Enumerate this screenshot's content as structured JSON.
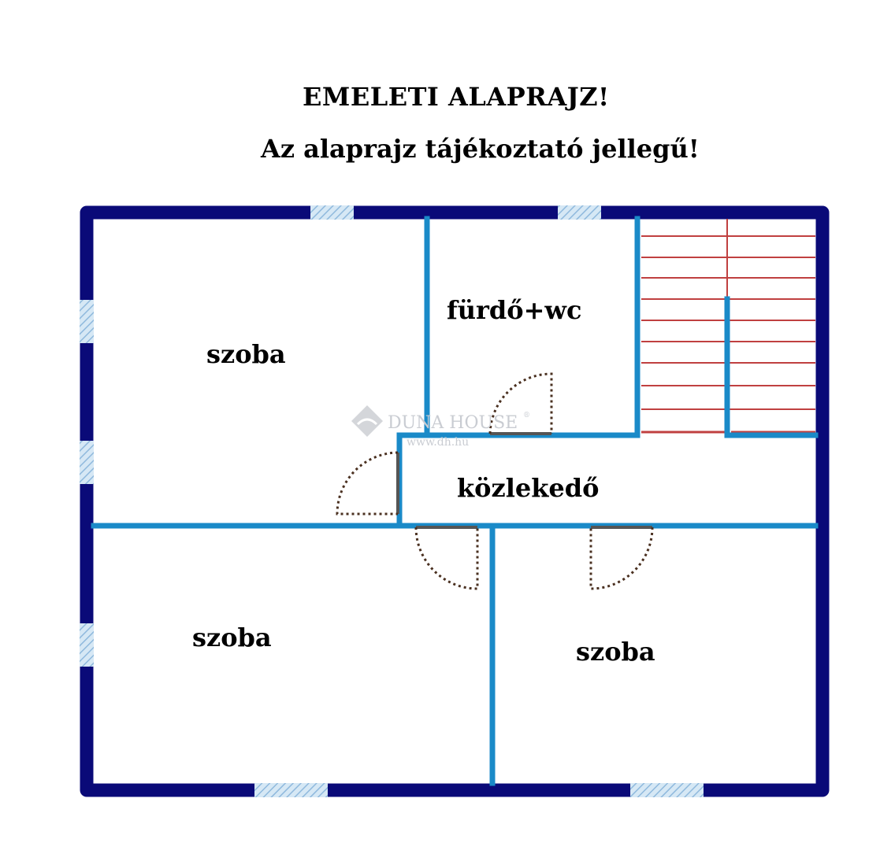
{
  "header": {
    "title": "EMELETI ALAPRAJZ!",
    "subtitle": "Az alaprajz tájékoztató jellegű!"
  },
  "rooms": {
    "room_top_left": "szoba",
    "bathroom": "fürdő+wc",
    "hallway": "közlekedő",
    "room_bottom_left": "szoba",
    "room_bottom_right": "szoba"
  },
  "watermark": {
    "brand": "DUNA HOUSE",
    "registered": "®",
    "url": "www.dh.hu"
  },
  "colors": {
    "outer_wall": "#0a0a78",
    "inner_wall": "#1a8ac8",
    "window": "#a8cce6",
    "stairs": "#c04040",
    "door_swing": "#4a3020"
  }
}
